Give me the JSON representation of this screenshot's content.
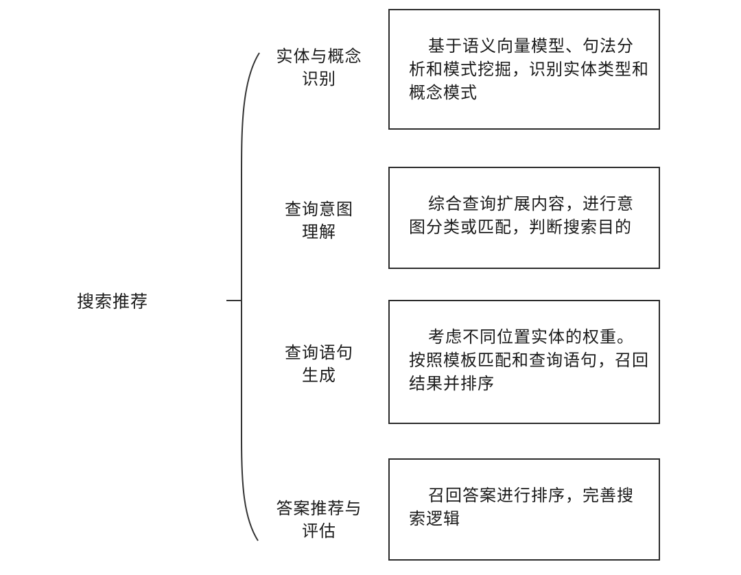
{
  "root": {
    "label": "搜索推荐"
  },
  "steps": [
    {
      "label_lines": [
        "实体与概念",
        "识别"
      ],
      "description": "基于语义向量模型、句法分析和模式挖掘，识别实体类型和概念模式"
    },
    {
      "label_lines": [
        "查询意图",
        "理解"
      ],
      "description": "综合查询扩展内容，进行意图分类或匹配，判断搜索目的"
    },
    {
      "label_lines": [
        "查询语句",
        "生成"
      ],
      "description": "考虑不同位置实体的权重。按照模板匹配和查询语句，召回结果并排序"
    },
    {
      "label_lines": [
        "答案推荐与",
        "评估"
      ],
      "description": "召回答案进行排序，完善搜索逻辑"
    }
  ]
}
